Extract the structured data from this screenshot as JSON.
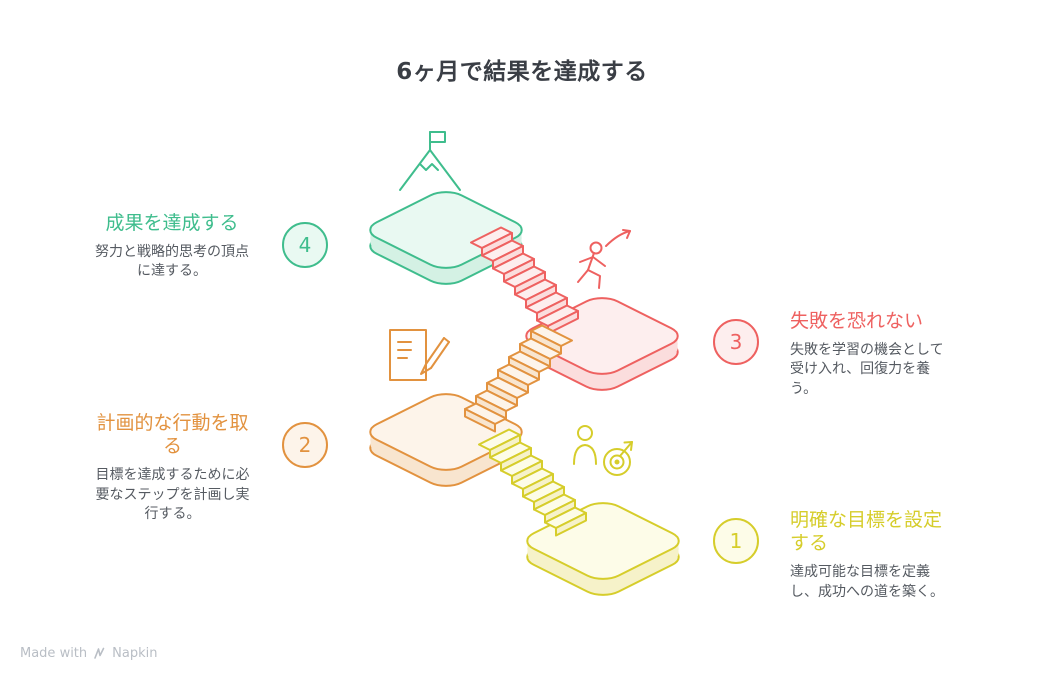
{
  "title": "6ヶ月で結果を達成する",
  "steps": [
    {
      "number": "1",
      "label": "明確な目標を設定する",
      "description": "達成可能な目標を定義し、成功への道を築く。",
      "icon": "person-target-icon"
    },
    {
      "number": "2",
      "label": "計画的な行動を取る",
      "description": "目標を達成するために必要なステップを計画し実行する。",
      "icon": "plan-writing-icon"
    },
    {
      "number": "3",
      "label": "失敗を恐れない",
      "description": "失敗を学習の機会として受け入れ、回復力を養う。",
      "icon": "runner-arrow-icon"
    },
    {
      "number": "4",
      "label": "成果を達成する",
      "description": "努力と戦略的思考の頂点に達する。",
      "icon": "mountain-flag-icon"
    }
  ],
  "footer": {
    "made_with": "Made with",
    "brand": "Napkin"
  },
  "colors": {
    "step1": {
      "main": "#d6cd2b",
      "light": "#fdfce8",
      "side": "#f6f2c9"
    },
    "step2": {
      "main": "#e2923f",
      "light": "#fdf4ea",
      "side": "#f8e5cf"
    },
    "step3": {
      "main": "#ee6160",
      "light": "#fdeeee",
      "side": "#fbdddd"
    },
    "step4": {
      "main": "#3fbd8d",
      "light": "#e9f9f2",
      "side": "#d4f1e4"
    },
    "title_text": "#3a3e45",
    "body_text": "#555a61",
    "footer_text": "#b9bec5"
  }
}
